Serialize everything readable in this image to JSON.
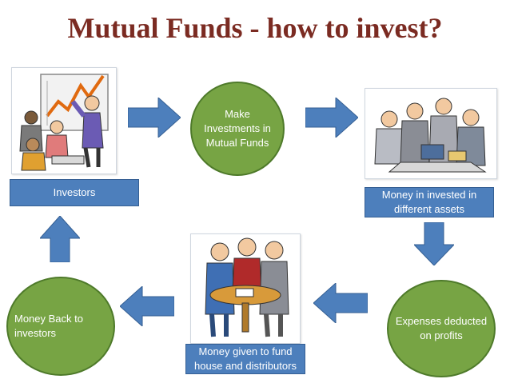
{
  "title": "Mutual Funds - how to invest?",
  "nodes": {
    "investors": "Investors",
    "make_investments": "Make Investments in Mutual Funds",
    "money_invested": "Money in invested in different assets",
    "expenses": "Expenses deducted on profits",
    "money_given": "Money given to fund house and distributors",
    "money_back": "Money Back to investors"
  },
  "flow": [
    "investors",
    "make_investments",
    "money_invested",
    "expenses",
    "money_given",
    "money_back",
    "investors"
  ],
  "colors": {
    "title": "#7b2b22",
    "circle_fill": "#77a444",
    "box_fill": "#4d7fbc",
    "arrow_fill": "#4d7fbc"
  }
}
